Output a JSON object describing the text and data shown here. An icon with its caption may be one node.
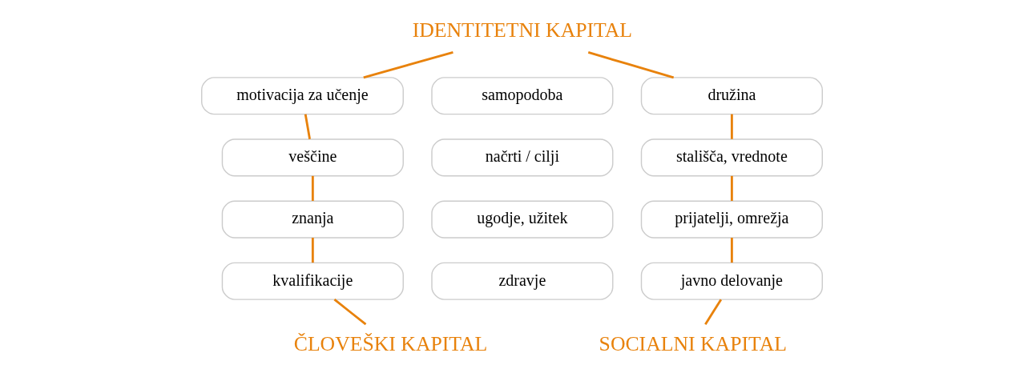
{
  "diagram": {
    "nodes": [
      {
        "text": [
          "IDENTITETNI KAPITAL"
        ]
      },
      {
        "text": [
          "motivacija za učenje"
        ]
      },
      {
        "text": [
          "samopodoba"
        ]
      },
      {
        "text": [
          "družina"
        ]
      },
      {
        "text": [
          "veščine"
        ]
      },
      {
        "text": [
          "načrti / cilji"
        ]
      },
      {
        "text": [
          "stališča, vrednote"
        ]
      },
      {
        "text": [
          "znanja"
        ]
      },
      {
        "text": [
          "ugodje, užitek"
        ]
      },
      {
        "text": [
          "prijatelji, omrežja"
        ]
      },
      {
        "text": [
          "kvalifikacije"
        ]
      },
      {
        "text": [
          "zdravje"
        ]
      },
      {
        "text": [
          "javno delovanje"
        ]
      },
      {
        "text": [
          "ČLOVEŠKI KAPITAL"
        ]
      },
      {
        "text": [
          "SOCIALNI KAPITAL"
        ]
      }
    ],
    "edges": [
      {
        "from": 13,
        "to": 10,
        "arrow": "none"
      },
      {
        "from": 10,
        "to": 7,
        "arrow": "none"
      },
      {
        "from": 7,
        "to": 4,
        "arrow": "none"
      },
      {
        "from": 4,
        "to": 1,
        "arrow": "none"
      },
      {
        "from": 1,
        "to": 0,
        "arrow": "none"
      },
      {
        "from": 0,
        "to": 3,
        "arrow": "none"
      },
      {
        "from": 3,
        "to": 6,
        "arrow": "none"
      },
      {
        "from": 6,
        "to": 9,
        "arrow": "none"
      },
      {
        "from": 9,
        "to": 12,
        "arrow": "none"
      },
      {
        "from": 12,
        "to": 14,
        "arrow": "none"
      }
    ]
  }
}
